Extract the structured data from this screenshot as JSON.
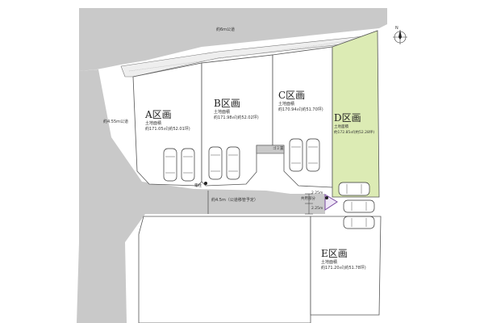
{
  "roads": {
    "north": "約6m公道",
    "west": "約4.55m公道",
    "center": "約4.5m（公道移管予定）"
  },
  "lots": [
    {
      "id": "A",
      "label": "A区画",
      "area_label": "土地面積",
      "area": "約171.05㎡(約52.01坪)"
    },
    {
      "id": "B",
      "label": "B区画",
      "area_label": "土地面積",
      "area": "約171.98㎡(約52.02坪)"
    },
    {
      "id": "C",
      "label": "C区画",
      "area_label": "土地面積",
      "area": "約170.94㎡(約51.70坪)"
    },
    {
      "id": "D",
      "label": "D区画",
      "area_label": "土地面積",
      "area": "約172.85㎡(約52.28坪)",
      "highlighted": true
    },
    {
      "id": "E",
      "label": "E区画",
      "area_label": "土地面積",
      "area": "約171.20㎡(約51.78坪)"
    }
  ],
  "annotations": {
    "pole_label": "電柱",
    "shared_label": "共用部分",
    "dim_1": "2.25m",
    "dim_2": "2.25m",
    "garbage_label": "ゴミ置"
  },
  "compass": {
    "north_label": "N",
    "icon": "north-arrow-icon"
  },
  "colors": {
    "road": "#c9c9c9",
    "lot": "#ffffff",
    "highlight": "#dcebb4",
    "line": "#555555"
  }
}
